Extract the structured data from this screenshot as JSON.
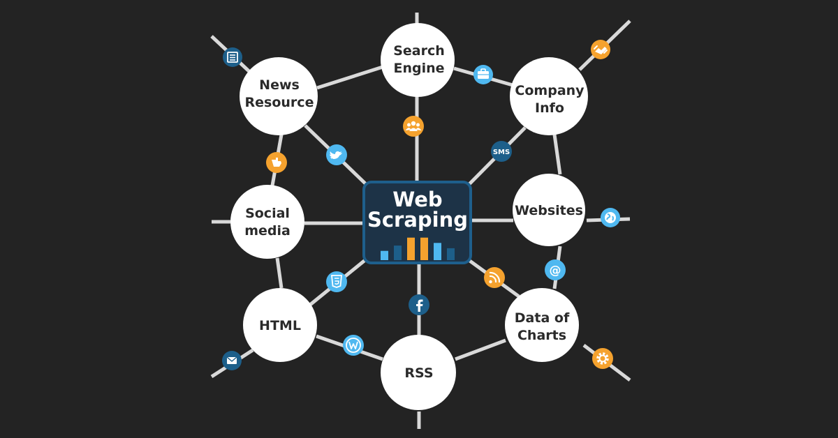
{
  "center": {
    "line1": "Web",
    "line2": "Scraping",
    "bars": [
      0.35,
      0.55,
      0.85,
      0.85,
      0.65,
      0.45
    ],
    "bar_colors": [
      "#4fb8f0",
      "#1d5f8a",
      "#f5a22e",
      "#f5a22e",
      "#4fb8f0",
      "#1d5f8a"
    ]
  },
  "nodes": {
    "search_engine": [
      "Search",
      "Engine"
    ],
    "company_info": [
      "Company",
      "Info"
    ],
    "news_resource": [
      "News",
      "Resource"
    ],
    "social_media": [
      "Social",
      "media"
    ],
    "websites": [
      "Websites"
    ],
    "html": [
      "HTML"
    ],
    "data_of_charts": [
      "Data of",
      "Charts"
    ],
    "rss": [
      "RSS"
    ]
  },
  "badges": {
    "sms": "SMS",
    "at": "@"
  },
  "colors": {
    "background": "#232323",
    "line": "#d9d9d9",
    "node_fill": "#ffffff",
    "center_fill": "#1d3347",
    "center_border": "#1e5f8c",
    "orange": "#f5a22e",
    "light_blue": "#4fb8f0",
    "dark_blue": "#1d5f8a"
  }
}
